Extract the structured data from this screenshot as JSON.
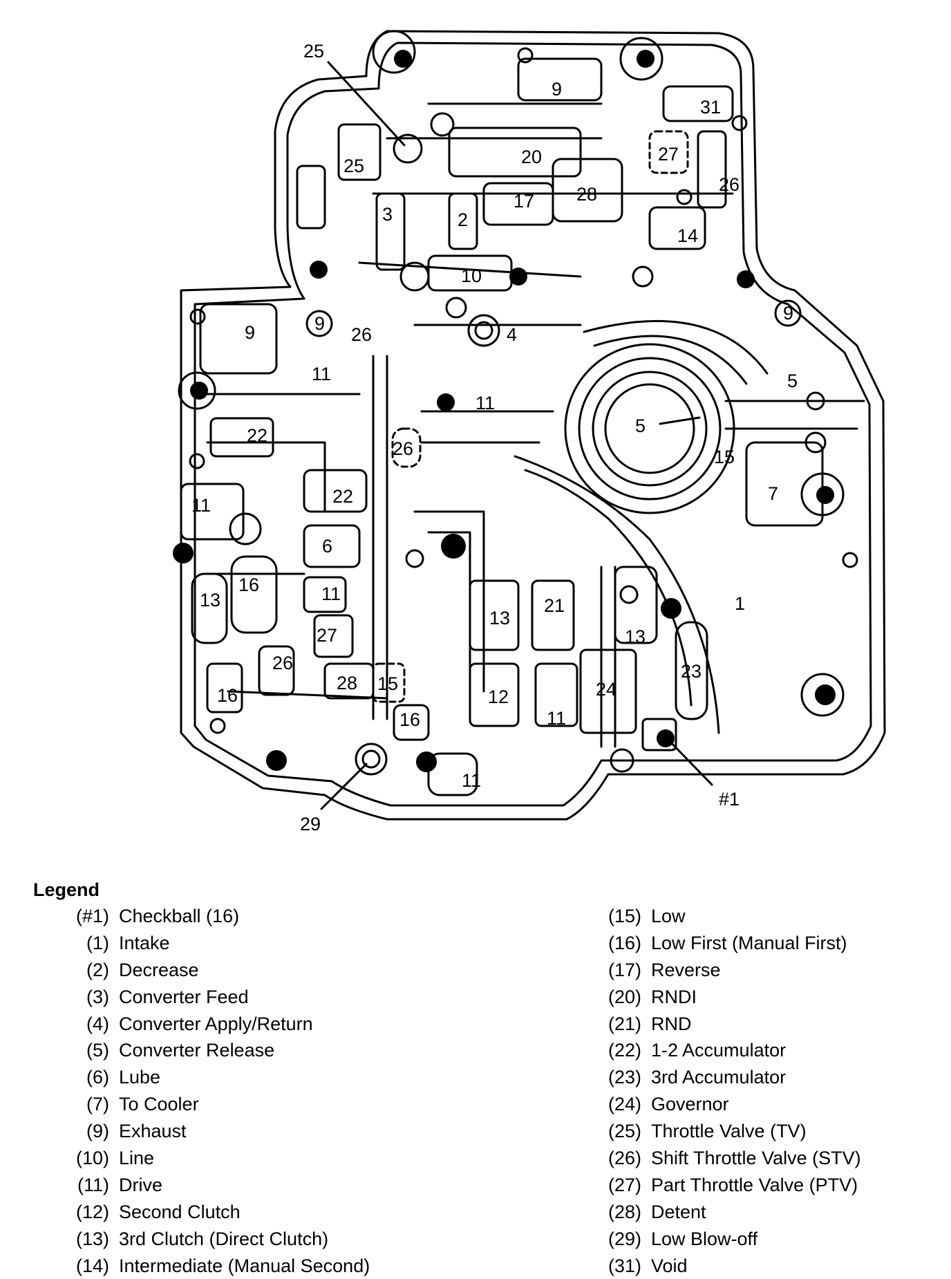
{
  "diagram": {
    "callouts": {
      "n25_top": "25",
      "n9_top": "9",
      "n31": "31",
      "n20": "20",
      "n27_top": "27",
      "n25_mid": "25",
      "n26_top": "26",
      "n17": "17",
      "n28_top": "28",
      "n3": "3",
      "n2": "2",
      "n14": "14",
      "n10": "10",
      "n9_left": "9",
      "n9_circ_left": "9",
      "n26_mid": "26",
      "n4": "4",
      "n9_circ_right": "9",
      "n11_a": "11",
      "n5_right": "5",
      "n11_b": "11",
      "n5_center": "5",
      "n22_a": "22",
      "n26_dash": "26",
      "n15_a": "15",
      "n22_b": "22",
      "n7": "7",
      "n11_c": "11",
      "n6": "6",
      "n16_a": "16",
      "n11_d": "11",
      "n13_a": "13",
      "n13_b": "13",
      "n21": "21",
      "n1": "1",
      "n27_low": "27",
      "n13_c": "13",
      "n26_low": "26",
      "n23": "23",
      "n28_low": "28",
      "n15_b": "15",
      "n12": "12",
      "n24": "24",
      "n16_b": "16",
      "n16_c": "16",
      "n11_e": "11",
      "n11_f": "11",
      "checkball": "#1",
      "n29": "29"
    }
  },
  "legend": {
    "title": "Legend",
    "left": [
      {
        "code": "(#1)",
        "label": "Checkball (16)"
      },
      {
        "code": "(1)",
        "label": "Intake"
      },
      {
        "code": "(2)",
        "label": "Decrease"
      },
      {
        "code": "(3)",
        "label": "Converter Feed"
      },
      {
        "code": "(4)",
        "label": "Converter Apply/Return"
      },
      {
        "code": "(5)",
        "label": "Converter Release"
      },
      {
        "code": "(6)",
        "label": "Lube"
      },
      {
        "code": "(7)",
        "label": "To Cooler"
      },
      {
        "code": "(9)",
        "label": "Exhaust"
      },
      {
        "code": "(10)",
        "label": "Line"
      },
      {
        "code": "(11)",
        "label": "Drive"
      },
      {
        "code": "(12)",
        "label": "Second Clutch"
      },
      {
        "code": "(13)",
        "label": "3rd Clutch (Direct Clutch)"
      },
      {
        "code": "(14)",
        "label": "Intermediate (Manual Second)"
      }
    ],
    "right": [
      {
        "code": "(15)",
        "label": "Low"
      },
      {
        "code": "(16)",
        "label": "Low First (Manual First)"
      },
      {
        "code": "(17)",
        "label": "Reverse"
      },
      {
        "code": "(20)",
        "label": "RNDI"
      },
      {
        "code": "(21)",
        "label": "RND"
      },
      {
        "code": "(22)",
        "label": "1-2 Accumulator"
      },
      {
        "code": "(23)",
        "label": "3rd Accumulator"
      },
      {
        "code": "(24)",
        "label": "Governor"
      },
      {
        "code": "(25)",
        "label": "Throttle Valve (TV)"
      },
      {
        "code": "(26)",
        "label": "Shift Throttle Valve (STV)"
      },
      {
        "code": "(27)",
        "label": "Part Throttle Valve (PTV)"
      },
      {
        "code": "(28)",
        "label": "Detent"
      },
      {
        "code": "(29)",
        "label": "Low Blow-off"
      },
      {
        "code": "(31)",
        "label": "Void"
      }
    ]
  },
  "colors": {
    "ink": "#000000",
    "paper": "#ffffff"
  }
}
